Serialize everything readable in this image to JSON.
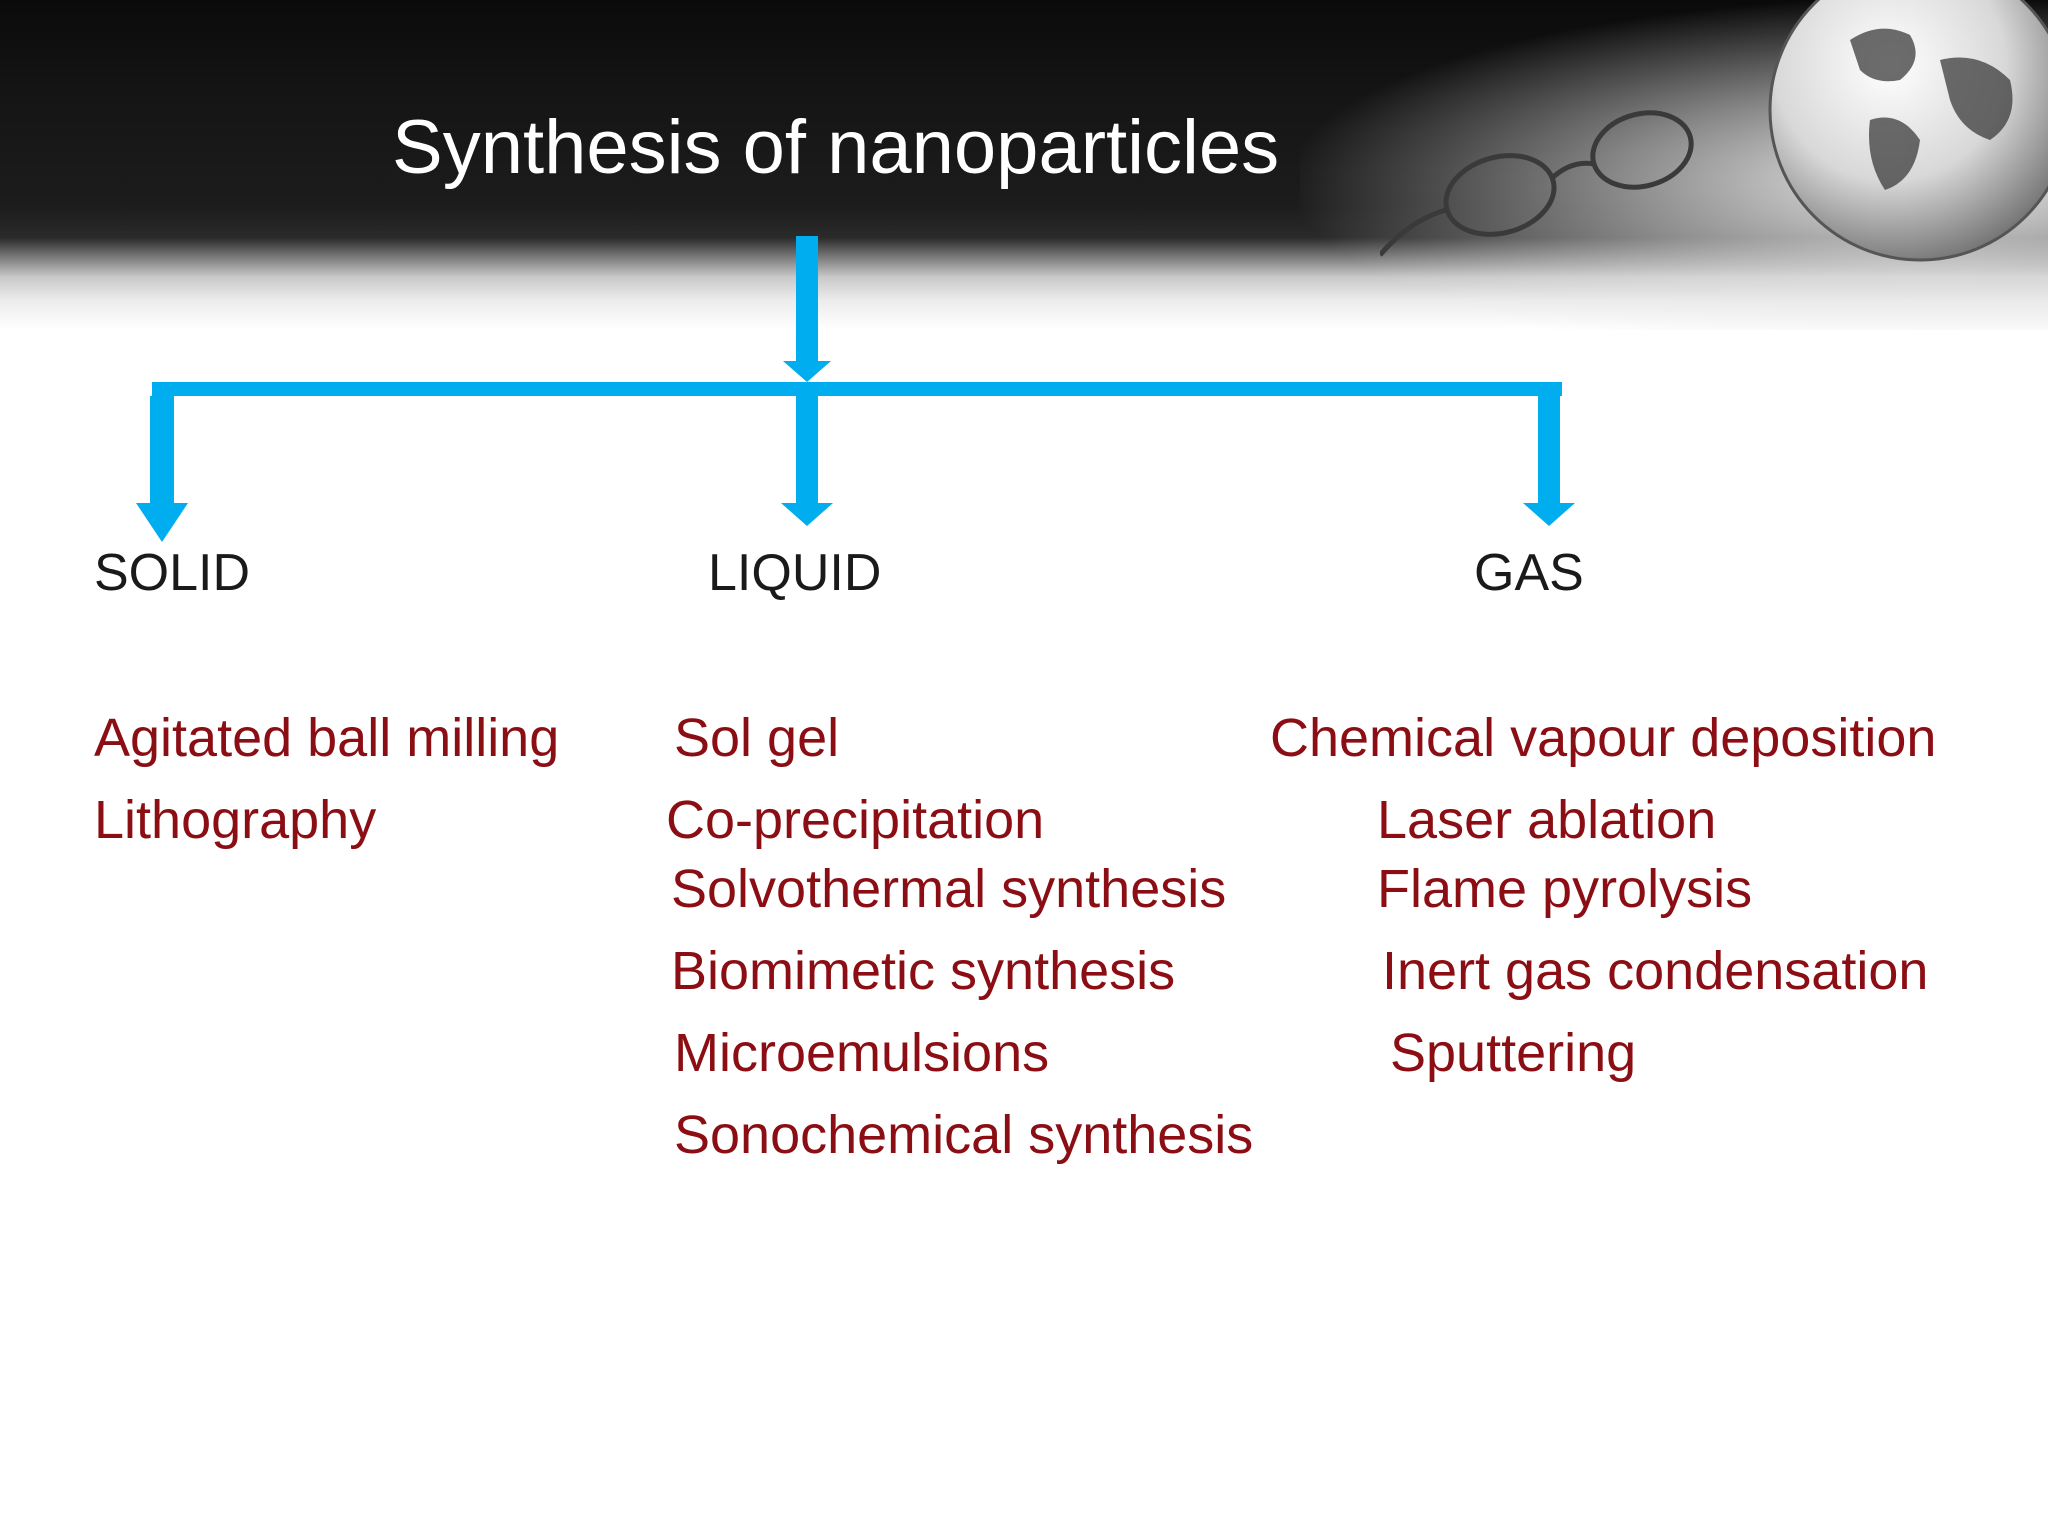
{
  "title": "Synthesis of nanoparticles",
  "accent_color": "#00aeef",
  "method_color": "#8b0e14",
  "categories": [
    {
      "label": "SOLID",
      "methods": [
        "Agitated ball milling",
        "Lithography"
      ]
    },
    {
      "label": "LIQUID",
      "methods": [
        "Sol gel",
        "Co-precipitation",
        "Solvothermal  synthesis",
        "Biomimetic synthesis",
        "Microemulsions",
        "Sonochemical synthesis"
      ]
    },
    {
      "label": "GAS",
      "methods": [
        "Chemical vapour deposition",
        "Laser ablation",
        "Flame pyrolysis",
        "Inert gas condensation",
        "Sputtering"
      ]
    }
  ]
}
